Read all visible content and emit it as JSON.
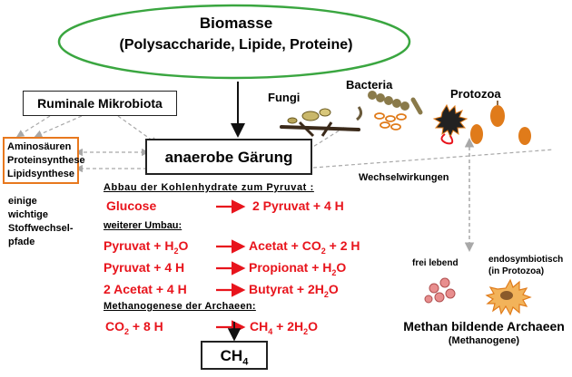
{
  "biomass": {
    "title": "Biomasse",
    "subtitle": "(Polysaccharide, Lipide, Proteine)"
  },
  "microbiota": {
    "label": "Ruminale Mikrobiota"
  },
  "synthesis": {
    "line1": "Aminosäuren",
    "line2": "Proteinsynthese",
    "line3": "Lipidsynthese"
  },
  "side_note": {
    "line1": "einige",
    "line2": "wichtige",
    "line3": "Stoffwechsel-",
    "line4": "pfade"
  },
  "fermentation": {
    "label": "anaerobe Gärung"
  },
  "organisms": {
    "fungi": "Fungi",
    "bacteria": "Bacteria",
    "protozoa": "Protozoa"
  },
  "interaction": {
    "label": "Wechselwirkungen"
  },
  "section1": {
    "heading": "Abbau der Kohlenhydrate zum Pyruvat :",
    "left": "Glucose",
    "right": "2 Pyruvat + 4 H"
  },
  "section2": {
    "heading": "weiterer Umbau:",
    "r1_left": [
      "Pyruvat + H",
      "2",
      "O"
    ],
    "r1_right": [
      "Acetat + CO",
      "2",
      " + 2 H"
    ],
    "r2_left": "Pyruvat + 4 H",
    "r2_right": [
      "Propionat + H",
      "2",
      "O"
    ],
    "r3_left": "2 Acetat + 4 H",
    "r3_right": [
      "Butyrat + 2H",
      "2",
      "O"
    ]
  },
  "section3": {
    "heading": "Methanogenese der Archaeen:",
    "left": [
      "CO",
      "2",
      " + 8 H"
    ],
    "right": [
      "CH",
      "4",
      " + 2H",
      "2",
      "O"
    ]
  },
  "product": {
    "formula": "CH",
    "sub": "4"
  },
  "archaea": {
    "free_label": "frei lebend",
    "endo_line1": "endosymbiotisch",
    "endo_line2": "(in Protozoa)",
    "title": "Methan bildende Archaeen",
    "subtitle": "(Methanogene)"
  },
  "colors": {
    "ellipse_border": "#3aa640",
    "accent_red": "#e8141c",
    "synthesis_border": "#e8781e",
    "arrow_gray": "#a8a8a8"
  }
}
